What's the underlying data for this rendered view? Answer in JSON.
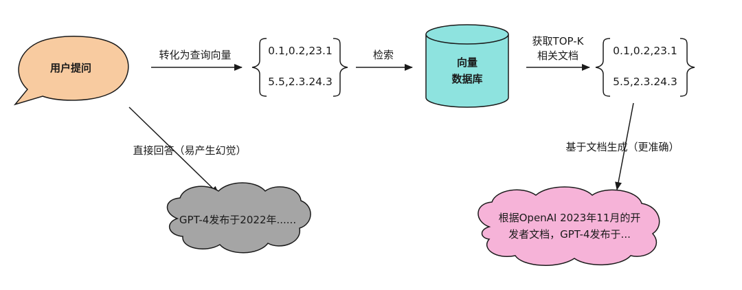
{
  "nodes": {
    "user_query": "用户提问",
    "vector_db_line1": "向量",
    "vector_db_line2": "数据库",
    "direct_answer_cloud": "GPT-4发布于2022年......",
    "rag_answer_cloud_line1": "根据OpenAI 2023年11月的开",
    "rag_answer_cloud_line2": "发者文档，GPT-4发布于..."
  },
  "edges": {
    "to_vector": "转化为查询向量",
    "retrieve": "检索",
    "topk_line1": "获取TOP-K",
    "topk_line2": "相关文档",
    "direct_answer": "直接回答（易产生幻觉）",
    "doc_generation": "基于文档生成（更准确）"
  },
  "vectors_query": {
    "row1": "0.1,0.2,23.1",
    "row2": "5.5,2.3.24.3"
  },
  "vectors_topk": {
    "row1": "0.1,0.2,23.1",
    "row2": "5.5,2.3.24.3"
  },
  "colors": {
    "speech_bubble": "#f8cba0",
    "database": "#8ee3df",
    "gray_cloud": "#a5a5a5",
    "pink_cloud": "#f6b3d8",
    "stroke": "#1a1a1a"
  }
}
